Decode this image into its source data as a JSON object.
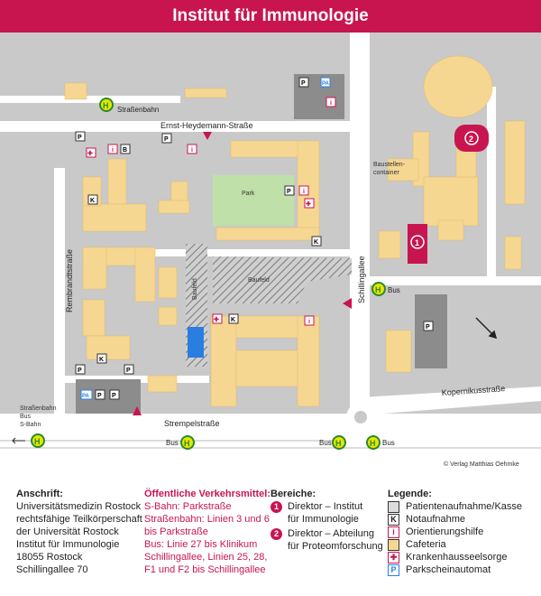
{
  "title": "Institut für Immunologie",
  "map": {
    "streets": {
      "ernst": "Ernst-Heydemann-Straße",
      "rembrandt": "Rembrandtstraße",
      "schilling": "Schillingallee",
      "strempel": "Strempelstraße",
      "kopernikus": "Kopernikusstraße",
      "strassenbahn": "Straßenbahn"
    },
    "park": "Park",
    "baufeld": "Baufeld",
    "baustellen": "Baustellen-",
    "container": "container",
    "bus": "Bus",
    "transit_left": [
      "Straßenbahn",
      "Bus",
      "S-Bahn"
    ],
    "copyright": "© Verlag Matthias Oehmke",
    "markers": [
      "1",
      "2"
    ],
    "letters": {
      "p": "P",
      "k": "K",
      "b": "B",
      "i": "i",
      "h": "H",
      "pa": "PA"
    }
  },
  "bottom": {
    "address": {
      "heading": "Anschrift:",
      "lines": [
        "Universitätsmedizin Rostock",
        "rechtsfähige Teilkörperschaft",
        "der Universität Rostock",
        "Institut für Immunologie",
        "18055 Rostock",
        "Schillingallee 70"
      ]
    },
    "transit": {
      "heading": "Öffentliche Verkehrsmittel:",
      "lines": [
        "S-Bahn: Parkstraße",
        "Straßenbahn: Linien 3 und 6",
        "bis Parkstraße",
        "Bus: Linie 27 bis Klinikum",
        "Schillingallee, Linien 25, 28,",
        "F1 und F2 bis Schillingallee"
      ]
    },
    "areas": {
      "heading": "Bereiche:",
      "items": [
        {
          "num": "1",
          "line1": "Direktor – Institut",
          "line2": "für Immunologie"
        },
        {
          "num": "2",
          "line1": "Direktor – Abteilung",
          "line2": "für Proteomforschung"
        }
      ]
    },
    "legend": {
      "heading": "Legende:",
      "items": [
        {
          "label": "Patientenaufnahme/Kasse",
          "icon": "patient-admission-icon",
          "glyph": "",
          "color": "#555555"
        },
        {
          "label": "Notaufnahme",
          "icon": "emergency-icon",
          "glyph": "K",
          "color": "#111111"
        },
        {
          "label": "Orientierungshilfe",
          "icon": "information-icon",
          "glyph": "i",
          "color": "#c8154f"
        },
        {
          "label": "Cafeteria",
          "icon": "cafeteria-icon",
          "glyph": "",
          "color": "#555555"
        },
        {
          "label": "Krankenhausseelsorge",
          "icon": "chaplaincy-icon",
          "glyph": "✚",
          "color": "#c8154f"
        },
        {
          "label": "Parkscheinautomat",
          "icon": "parking-meter-icon",
          "glyph": "P",
          "color": "#2a7de1"
        }
      ]
    }
  }
}
